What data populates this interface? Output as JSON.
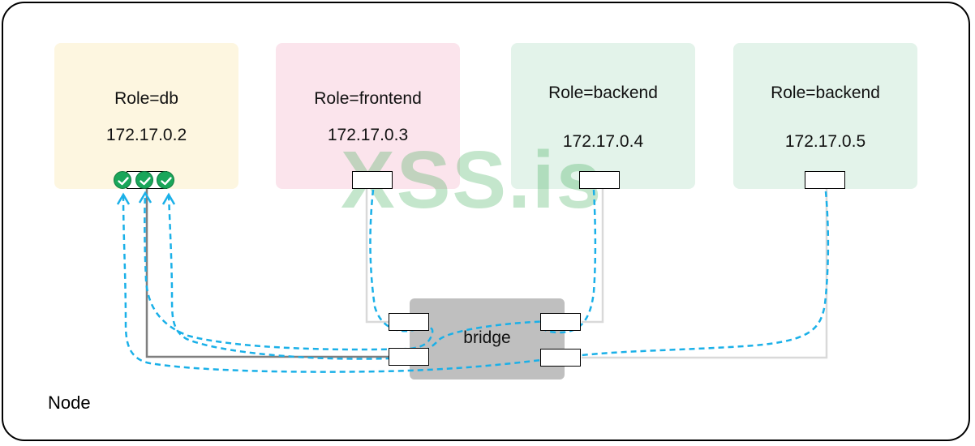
{
  "node": {
    "label": "Node"
  },
  "pods": [
    {
      "role": "Role=db",
      "ip": "172.17.0.2",
      "color": "#fdf6e0"
    },
    {
      "role": "Role=frontend",
      "ip": "172.17.0.3",
      "color": "#fbe4ec"
    },
    {
      "role": "Role=backend",
      "ip": "172.17.0.4",
      "color": "#e3f3ea"
    },
    {
      "role": "Role=backend",
      "ip": "172.17.0.5",
      "color": "#e3f3ea"
    }
  ],
  "bridge": {
    "label": "bridge",
    "color": "#bfbfbf"
  },
  "watermark": {
    "text": "XSS.is"
  },
  "colors": {
    "traffic_flow": "#1ab0e8",
    "db_link": "#7f7f7f",
    "other_link": "#d9d9d9",
    "allowed_check": "#1aa65a"
  },
  "icons": {
    "allowed": "check-circle-icon",
    "arrow": "arrow-up-icon"
  }
}
